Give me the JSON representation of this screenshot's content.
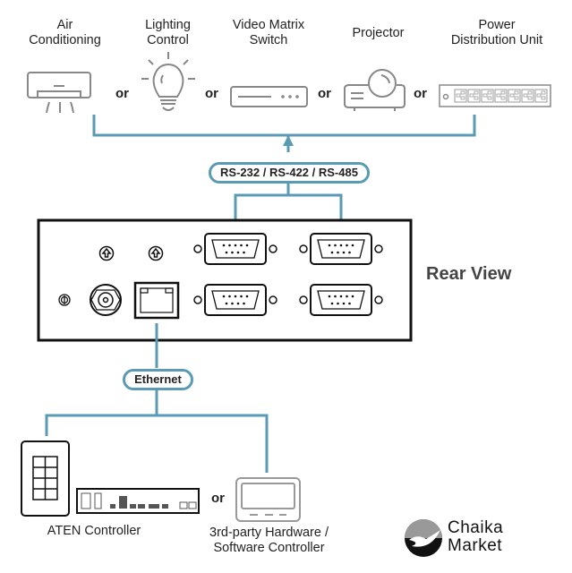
{
  "devices": [
    {
      "label_line1": "Air",
      "label_line2": "Conditioning",
      "icon": "air-conditioner-icon"
    },
    {
      "label_line1": "Lighting",
      "label_line2": "Control",
      "icon": "light-bulb-icon"
    },
    {
      "label_line1": "Video Matrix",
      "label_line2": "Switch",
      "icon": "video-switch-icon"
    },
    {
      "label_line1": "Projector",
      "label_line2": "",
      "icon": "projector-icon"
    },
    {
      "label_line1": "Power",
      "label_line2": "Distribution Unit",
      "icon": "pdu-icon"
    }
  ],
  "connector_word": "or",
  "serial_label": "RS-232 / RS-422 / RS-485",
  "rear_view_label": "Rear View",
  "ethernet_label": "Ethernet",
  "controllers": {
    "aten": "ATEN Controller",
    "third_party_line1": "3rd-party Hardware /",
    "third_party_line2": "Software Controller"
  },
  "brand": {
    "line1": "Chaika",
    "line2": "Market"
  },
  "colors": {
    "line": "#5b9ab4",
    "icon_gray": "#888888",
    "panel_border": "#111111"
  }
}
